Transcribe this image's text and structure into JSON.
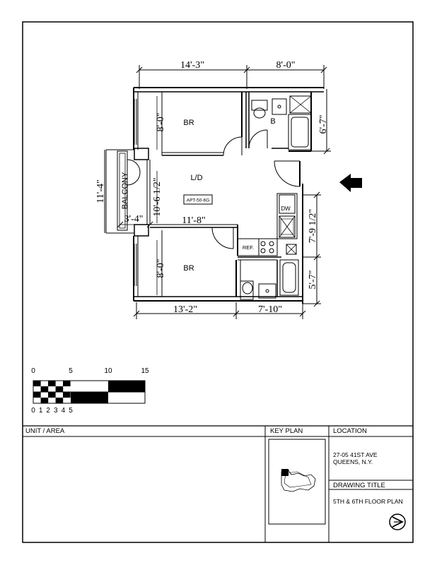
{
  "dimensions": {
    "br1_width": "14'-3\"",
    "bath_width": "8'-0\"",
    "br1_depth": "8'-0\"",
    "bath_depth": "6'-7\"",
    "balcony_depth": "11'-4\"",
    "ld_depth": "10'-6 1/2\"",
    "balcony_width": "3'-4\"",
    "ld_width": "11'-8\"",
    "kitchen_depth": "7'-9 1/2\"",
    "br2_depth": "8'-0\"",
    "bath2_depth": "5'-7\"",
    "br2_width": "13'-2\"",
    "bath2_width": "7'-10\""
  },
  "rooms": {
    "br1": "BR",
    "bath1": "B",
    "ld": "L/D",
    "br2": "BR",
    "balcony": "BALCONY"
  },
  "fixtures": {
    "apt_tag": "APT-50-6G",
    "dishwasher": "DW",
    "refrigerator": "REF."
  },
  "scale": {
    "top_labels": [
      "0",
      "5",
      "10",
      "15"
    ],
    "bottom_labels": [
      "0",
      "1",
      "2",
      "3",
      "4",
      "5"
    ]
  },
  "title_block": {
    "unit_area_label": "UNIT / AREA",
    "key_plan_label": "KEY PLAN",
    "location_label": "LOCATION",
    "address_line1": "27-05 41ST AVE",
    "address_line2": "QUEENS, N.Y.",
    "drawing_title_label": "DRAWING TITLE",
    "drawing_title": "5TH & 6TH FLOOR PLAN"
  }
}
